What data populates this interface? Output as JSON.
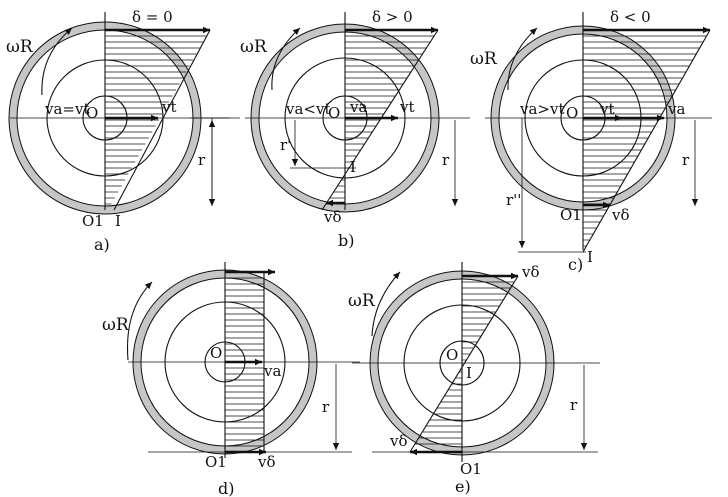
{
  "figure": {
    "panels": [
      {
        "id": "a",
        "caption": "a)",
        "condition": "δ = 0",
        "omega": "ωR",
        "center": "O",
        "speed_relation": "va=vt",
        "vt": "vt",
        "radius": "r",
        "contact": "O1",
        "pole": "I"
      },
      {
        "id": "b",
        "caption": "b)",
        "condition": "δ > 0",
        "omega": "ωR",
        "center": "O",
        "speed_relation": "va<vt",
        "va": "va",
        "vt": "vt",
        "radius": "r",
        "pole_radius": "r'",
        "pole": "I",
        "vdelta": "vδ"
      },
      {
        "id": "c",
        "caption": "c)",
        "condition": "δ < 0",
        "omega": "ωR",
        "center": "O",
        "speed_relation": "va>vt",
        "vt": "vt",
        "va": "va",
        "radius": "r",
        "pole_radius": "r''",
        "contact": "O1",
        "vdelta": "vδ",
        "pole": "I"
      },
      {
        "id": "d",
        "caption": "d)",
        "omega": "ωR",
        "center": "O",
        "va": "va",
        "radius": "r",
        "contact": "O1",
        "vdelta": "vδ"
      },
      {
        "id": "e",
        "caption": "e)",
        "omega": "ωR",
        "center": "O",
        "pole": "I",
        "vdelta_top": "vδ",
        "vdelta_bottom": "vδ",
        "radius": "r",
        "contact": "O1"
      }
    ]
  }
}
